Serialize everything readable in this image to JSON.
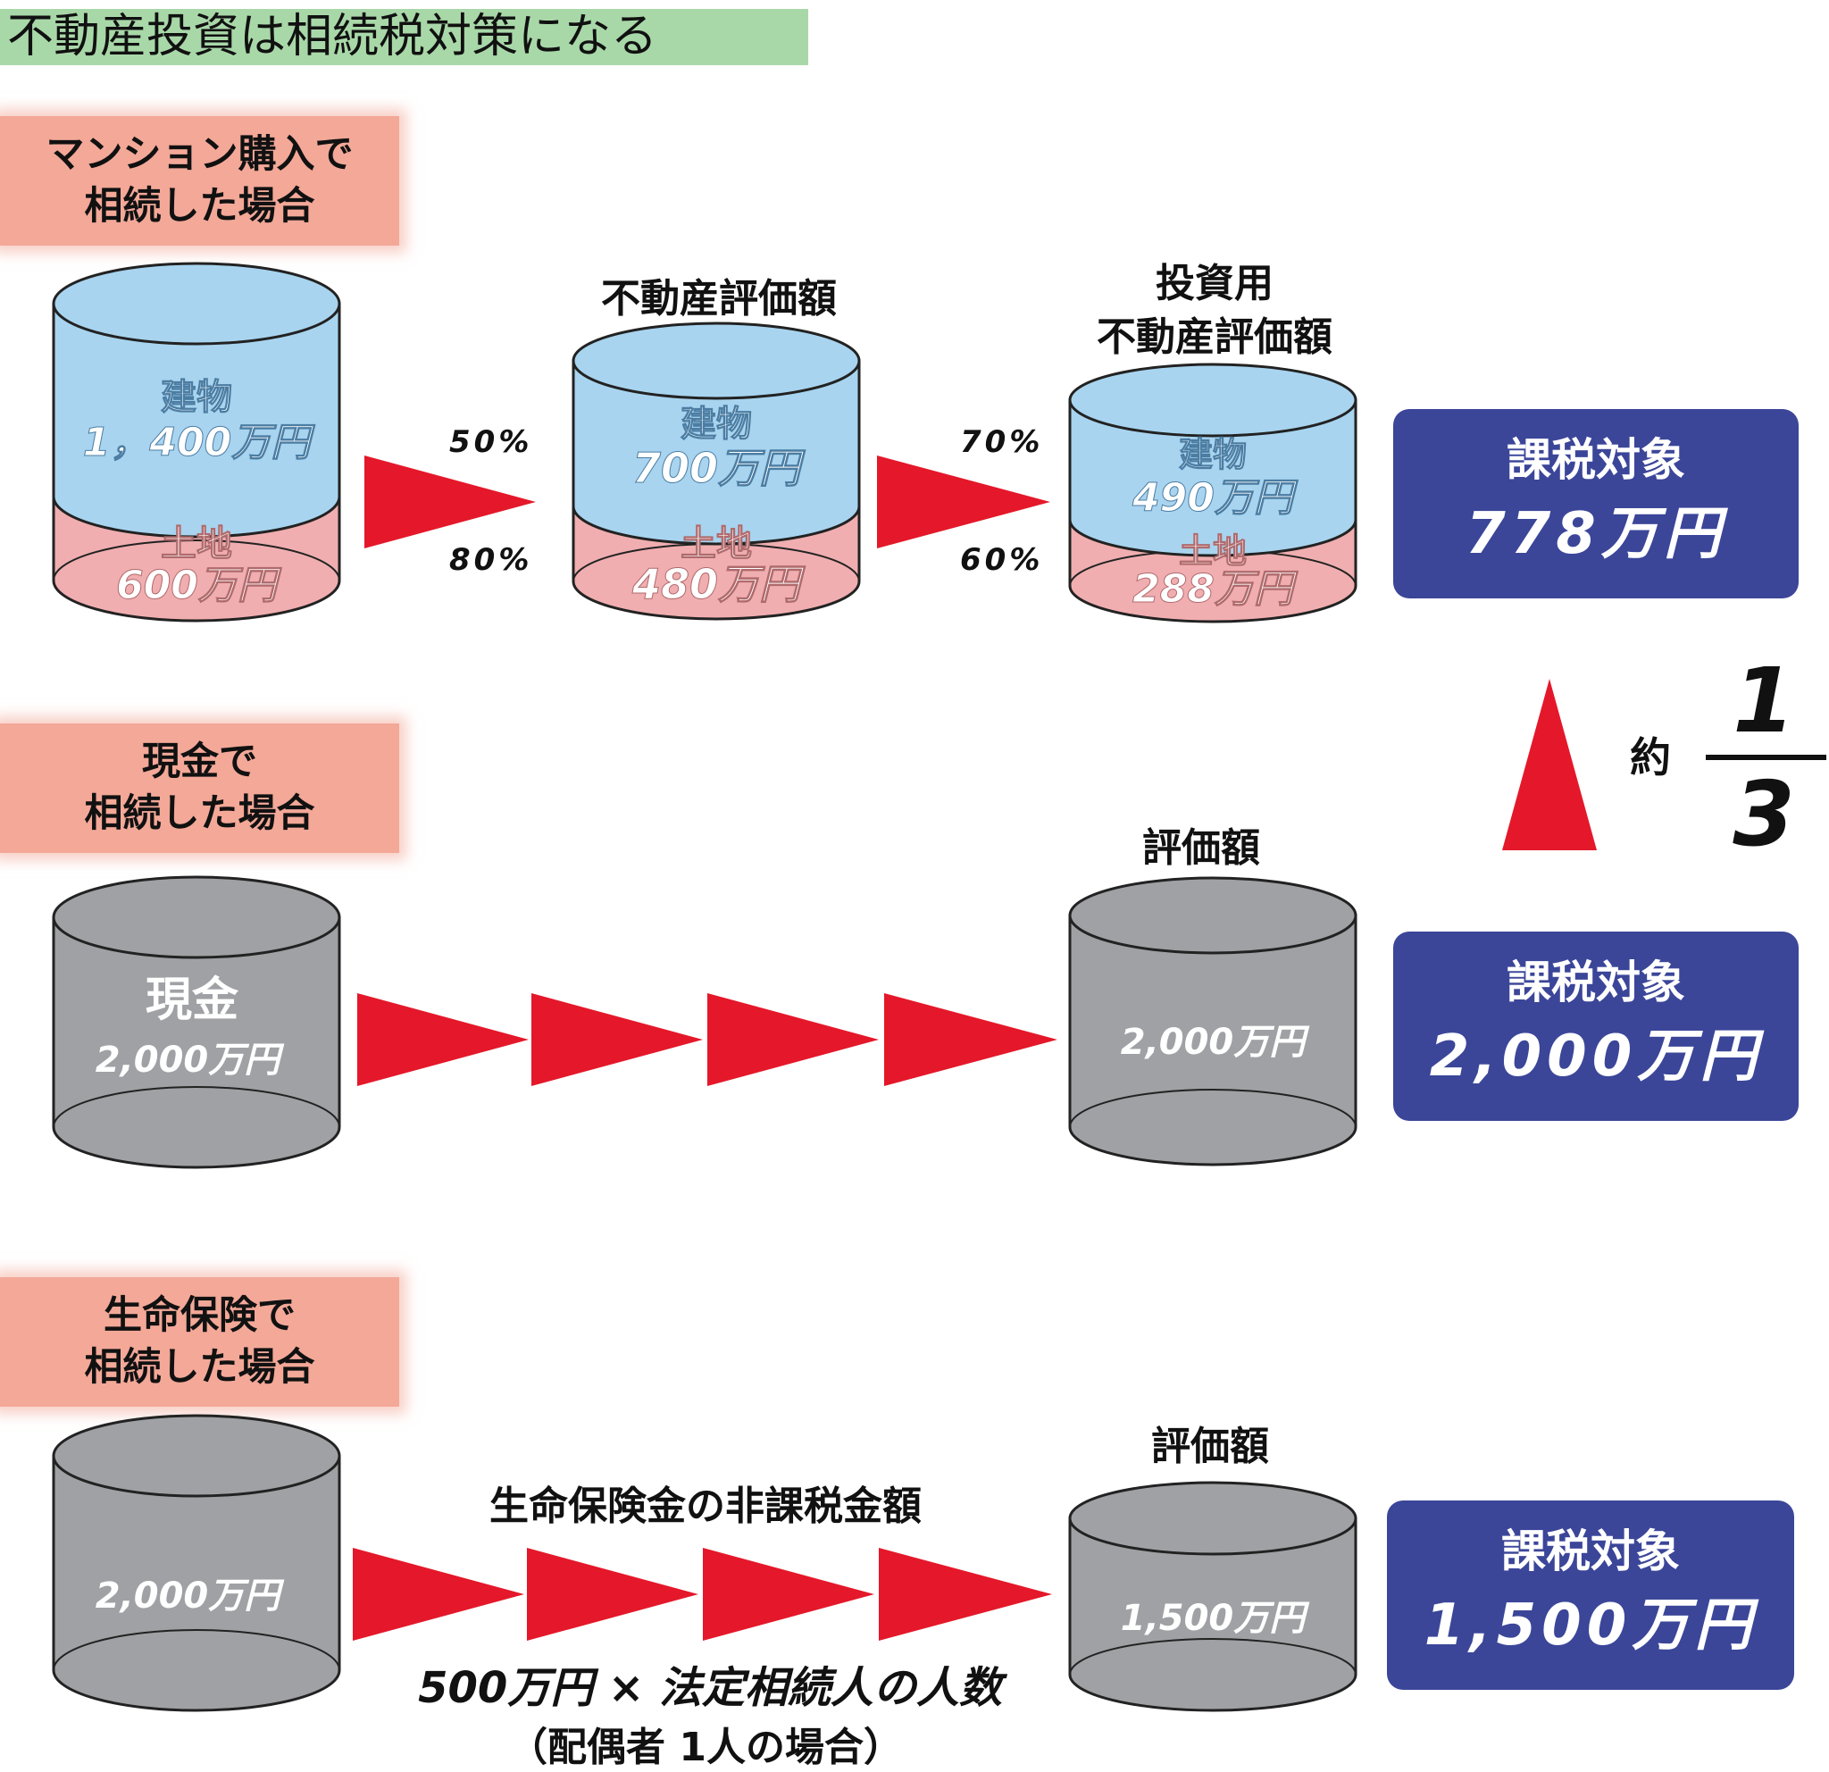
{
  "title": "不動産投資は相続税対策になる",
  "sections": {
    "mansion": {
      "label_line1": "マンション購入で",
      "label_line2": "相続した場合",
      "cylinder1": {
        "building_label": "建物",
        "building_value": "1，400万円",
        "land_label": "土地",
        "land_value": "600万円"
      },
      "rate1_building": "50%",
      "rate1_land": "80%",
      "heading2": "不動産評価額",
      "cylinder2": {
        "building_label": "建物",
        "building_value": "700万円",
        "land_label": "土地",
        "land_value": "480万円"
      },
      "rate2_building": "70%",
      "rate2_land": "60%",
      "heading3_line1": "投資用",
      "heading3_line2": "不動産評価額",
      "cylinder3": {
        "building_label": "建物",
        "building_value": "490万円",
        "land_label": "土地",
        "land_value": "288万円"
      },
      "result_label": "課税対象",
      "result_value": "778万円"
    },
    "cash": {
      "label_line1": "現金で",
      "label_line2": "相続した場合",
      "cylinder1": {
        "label": "現金",
        "value": "2,000万円"
      },
      "heading": "評価額",
      "cylinder2": {
        "value": "2,000万円"
      },
      "result_label": "課税対象",
      "result_value": "2,000万円"
    },
    "insurance": {
      "label_line1": "生命保険で",
      "label_line2": "相続した場合",
      "cylinder1": {
        "value": "2,000万円"
      },
      "arrow_caption": "生命保険金の非課税金額",
      "formula": "500万円 × 法定相続人の人数",
      "formula_note": "（配偶者 1人の場合）",
      "heading": "評価額",
      "cylinder2": {
        "value": "1,500万円"
      },
      "result_label": "課税対象",
      "result_value": "1,500万円"
    }
  },
  "comparison": {
    "approx_label": "約",
    "numerator": "1",
    "denominator": "3"
  },
  "colors": {
    "building": "#a8d4ef",
    "land": "#f0aeb0",
    "cash": "#9fa1a4",
    "arrow": "#e4182a",
    "result_box": "#3b4699",
    "section_label": "#f3a898",
    "title_band": "#a9d8a8"
  }
}
